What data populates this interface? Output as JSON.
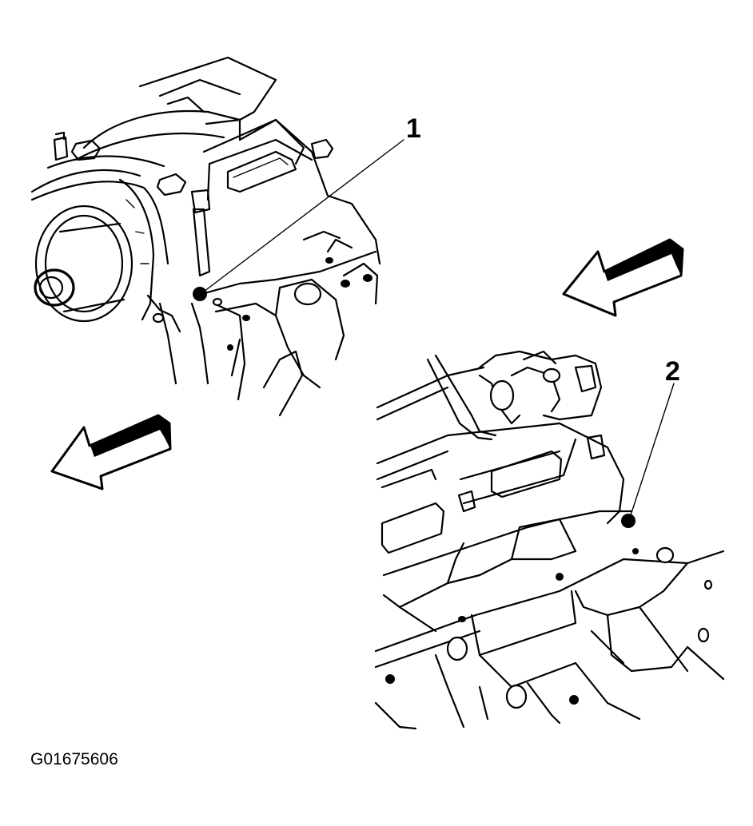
{
  "callouts": [
    {
      "label": "1"
    },
    {
      "label": "2"
    }
  ],
  "figure_id": "G01675606",
  "icons": {
    "arrow_upper_right": "direction-arrow-icon",
    "arrow_lower_left": "direction-arrow-icon"
  },
  "colors": {
    "ink": "#000000",
    "paper": "#ffffff"
  }
}
